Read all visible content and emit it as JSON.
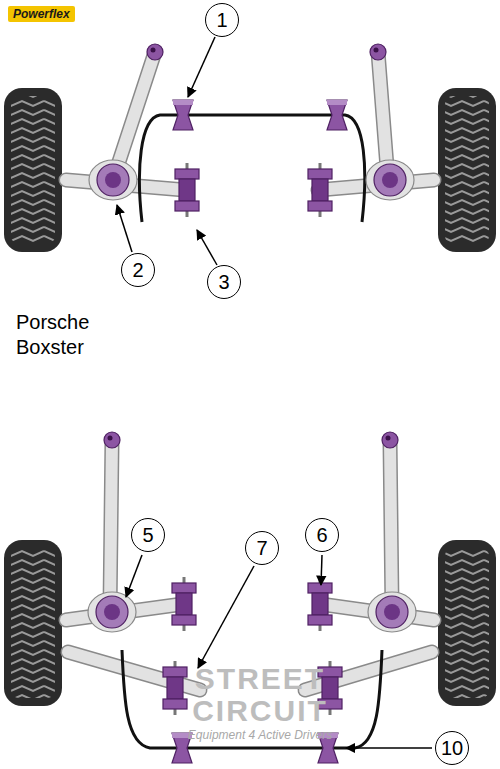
{
  "diagram": {
    "nodes": [
      {
        "text": [
          "1"
        ]
      },
      {
        "text": [
          "2"
        ]
      },
      {
        "text": [
          "3"
        ]
      },
      {
        "text": [
          "5"
        ]
      },
      {
        "text": [
          "6"
        ]
      },
      {
        "text": [
          "7"
        ]
      },
      {
        "text": [
          "10"
        ]
      }
    ],
    "labels": [
      "Powerflex",
      "Porsche Boxster",
      "STREET",
      "CIRCUIT",
      "Equipment 4 Active Drivers"
    ]
  }
}
